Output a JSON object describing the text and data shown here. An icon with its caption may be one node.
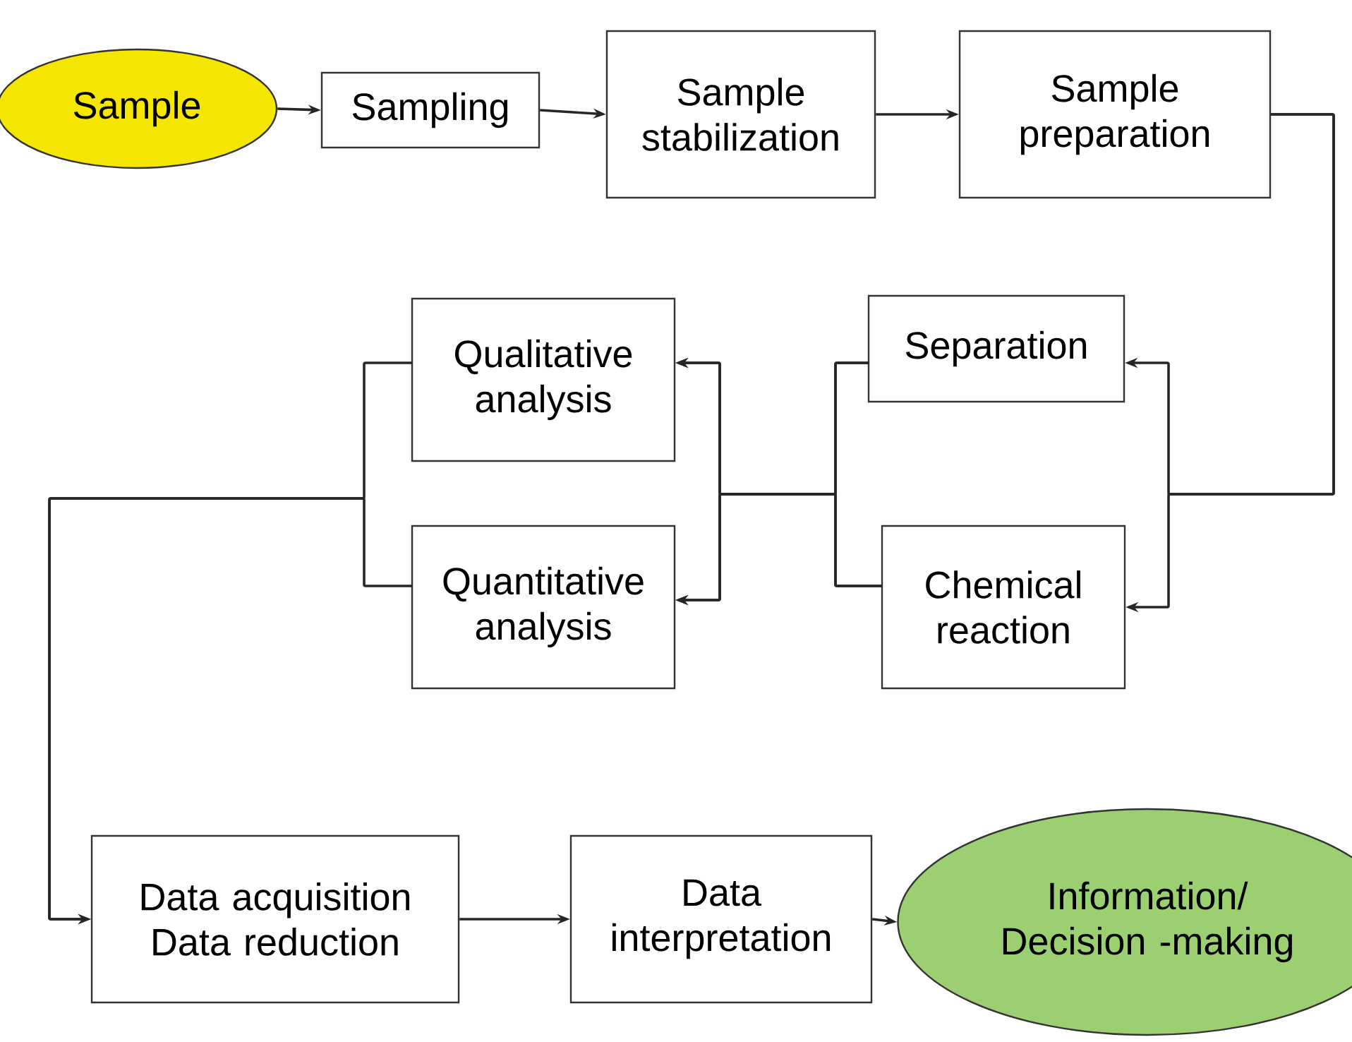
{
  "diagram": {
    "nodes": [
      {
        "text": [
          "Sample"
        ]
      },
      {
        "text": [
          "Sampling"
        ]
      },
      {
        "text": [
          "Sample stabilization"
        ]
      },
      {
        "text": [
          "Sample preparation"
        ]
      },
      {
        "text": [
          "Qualitative analysis"
        ]
      },
      {
        "text": [
          "Separation"
        ]
      },
      {
        "text": [
          "Quantitative analysis"
        ]
      },
      {
        "text": [
          "Chemical reaction"
        ]
      },
      {
        "text": [
          "Data acquisition Data reduction"
        ]
      },
      {
        "text": [
          "Data interpretation"
        ]
      },
      {
        "text": [
          "Information/ Decision -making"
        ]
      }
    ],
    "edges": [
      {
        "from": 0,
        "to": 1,
        "arrow": "to"
      },
      {
        "from": 1,
        "to": 2,
        "arrow": "to"
      },
      {
        "from": 2,
        "to": 3,
        "arrow": "to"
      },
      {
        "from": 3,
        "to": 5,
        "arrow": "to"
      },
      {
        "from": 3,
        "to": 7,
        "arrow": "to"
      },
      {
        "from": 5,
        "to": 4,
        "arrow": "to"
      },
      {
        "from": 5,
        "to": 6,
        "arrow": "to"
      },
      {
        "from": 7,
        "to": 4,
        "arrow": "to"
      },
      {
        "from": 7,
        "to": 6,
        "arrow": "to"
      },
      {
        "from": 4,
        "to": 8,
        "arrow": "to"
      },
      {
        "from": 6,
        "to": 8,
        "arrow": "to"
      },
      {
        "from": 8,
        "to": 9,
        "arrow": "to"
      },
      {
        "from": 9,
        "to": 10,
        "arrow": "to"
      }
    ]
  }
}
